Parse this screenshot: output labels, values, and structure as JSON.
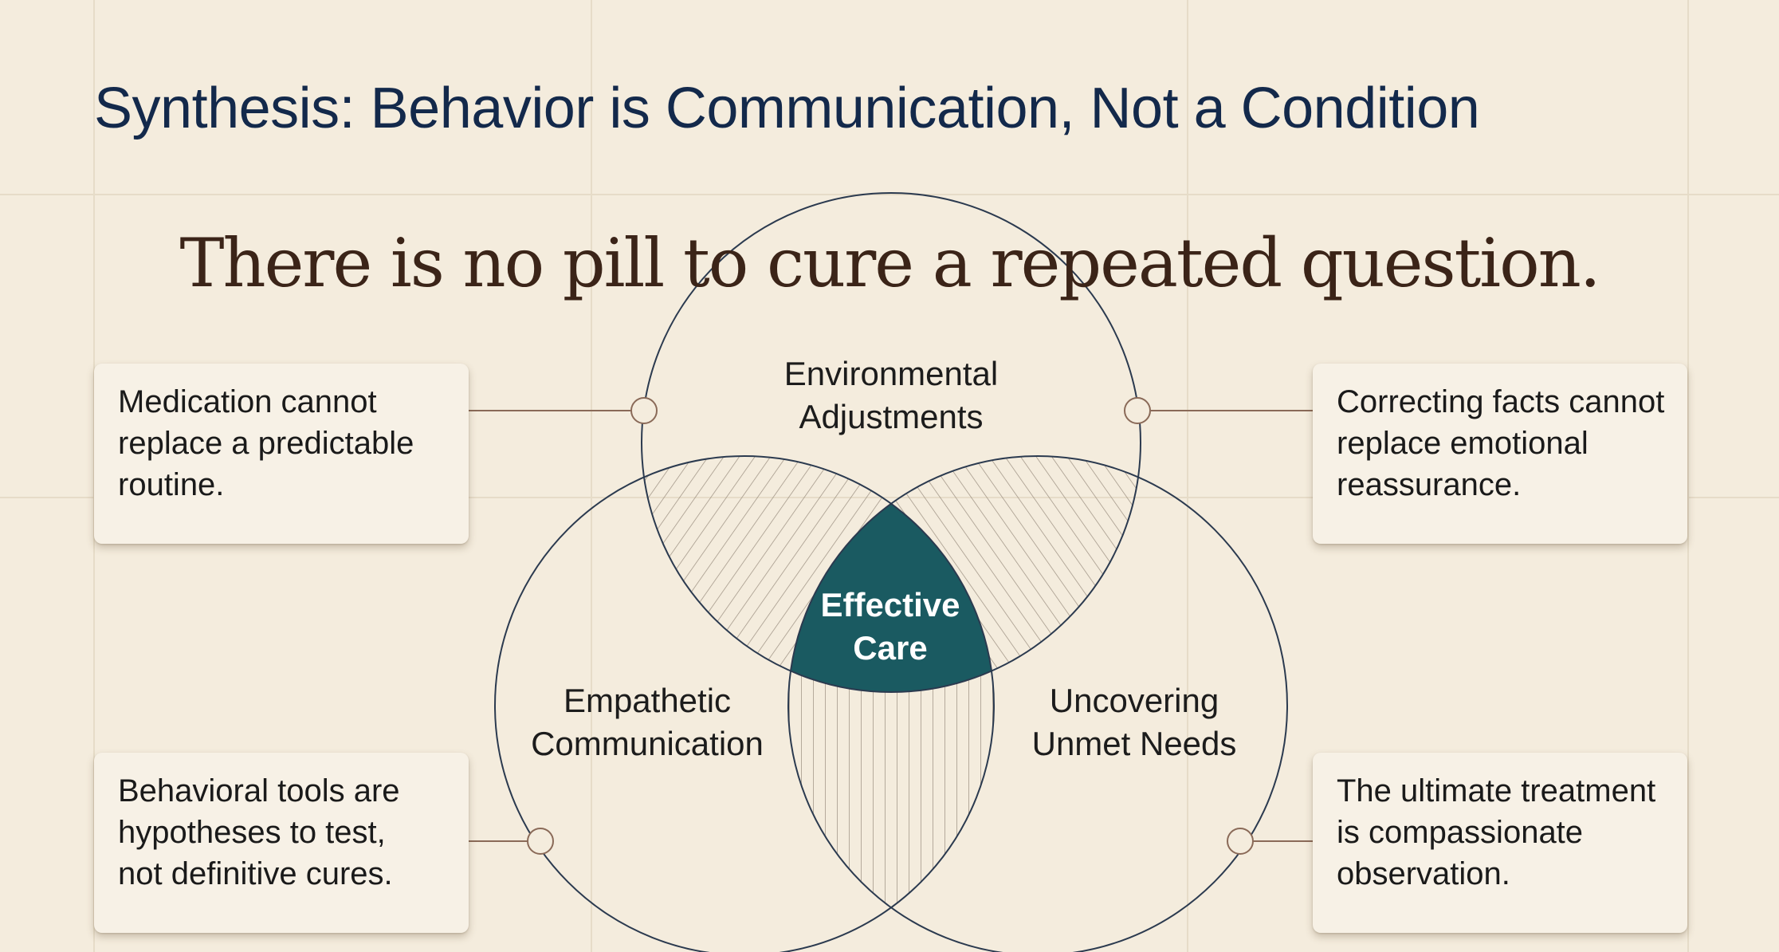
{
  "title": "Synthesis: Behavior is Communication, Not a Condition",
  "tagline": "There is no pill to cure a repeated question.",
  "venn": {
    "top": {
      "label_lines": [
        "Environmental",
        "Adjustments"
      ]
    },
    "left": {
      "label_lines": [
        "Empathetic",
        "Communication"
      ]
    },
    "right": {
      "label_lines": [
        "Uncovering",
        "Unmet Needs"
      ]
    },
    "center": {
      "label_lines": [
        "Effective",
        "Care"
      ]
    }
  },
  "notes": [
    {
      "position": "top-left",
      "lines": [
        "Medication cannot",
        "replace a predictable",
        "routine."
      ]
    },
    {
      "position": "top-right",
      "lines": [
        "Correcting facts cannot",
        "replace emotional",
        "reassurance."
      ]
    },
    {
      "position": "bottom-left",
      "lines": [
        "Behavioral tools are",
        "hypotheses to test,",
        "not definitive cures."
      ]
    },
    {
      "position": "bottom-right",
      "lines": [
        "The ultimate treatment",
        "is compassionate",
        "observation."
      ]
    }
  ],
  "colors": {
    "background": "#f4ecdd",
    "title": "#13294b",
    "tagline": "#3b2418",
    "circle_stroke": "#2b3a4f",
    "center_fill": "#1a5a61",
    "hatch": "#9a8e80",
    "connector": "#8a6a58"
  }
}
